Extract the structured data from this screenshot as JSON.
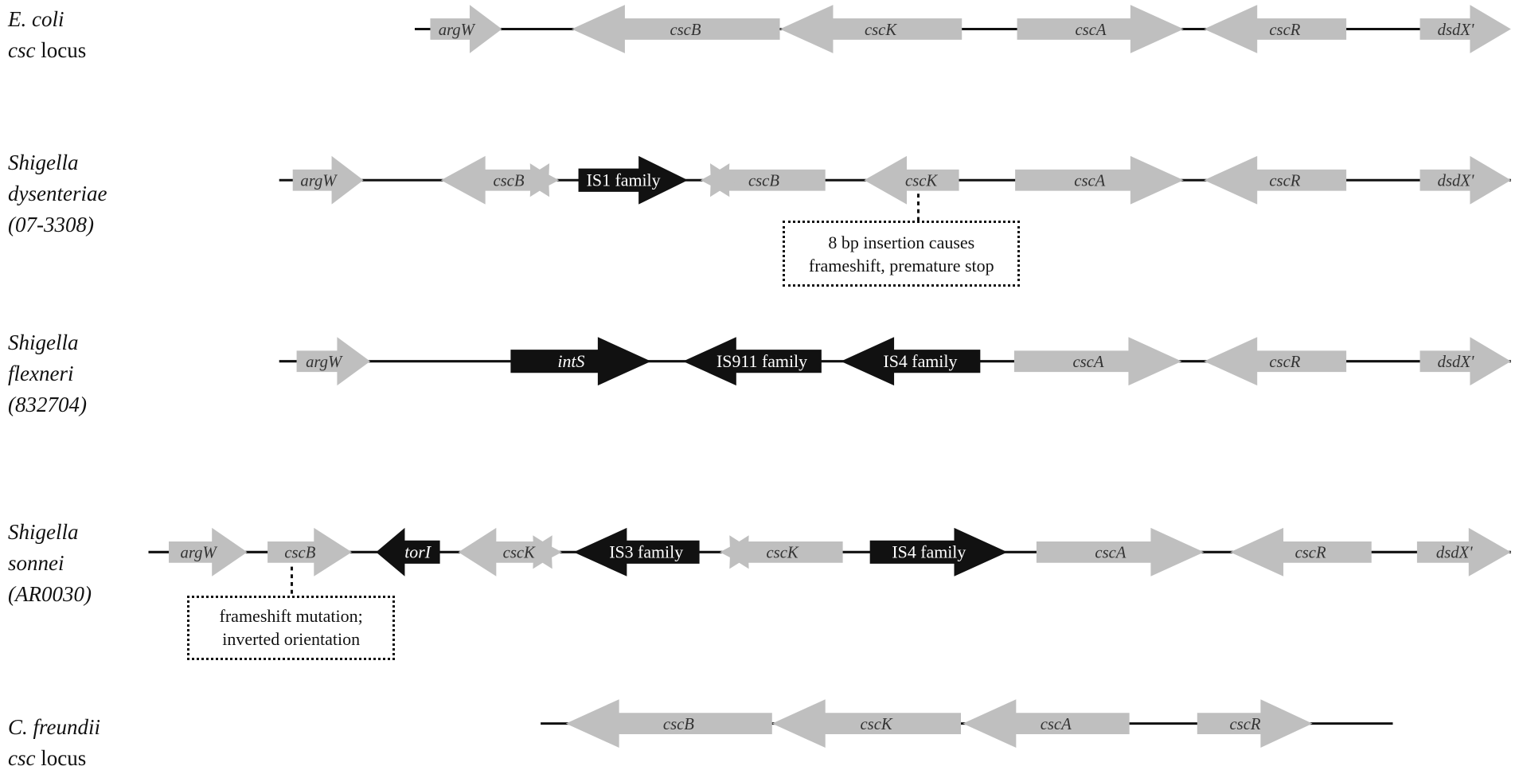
{
  "colors": {
    "native_gene": "#bfbfbf",
    "insertion": "#111111",
    "backbone": "#111111"
  },
  "rows": [
    {
      "label": [
        [
          {
            "t": "E. coli",
            "i": true
          }
        ],
        [
          {
            "t": "csc",
            "i": true
          },
          {
            "t": " locus",
            "i": false
          }
        ]
      ],
      "genes": [
        {
          "name": "argW",
          "dir": "fwd",
          "kind": "native"
        },
        {
          "name": "cscB",
          "dir": "rev",
          "kind": "native"
        },
        {
          "name": "cscK",
          "dir": "rev",
          "kind": "native"
        },
        {
          "name": "cscA",
          "dir": "fwd",
          "kind": "native"
        },
        {
          "name": "cscR",
          "dir": "rev",
          "kind": "native"
        },
        {
          "name": "dsdX'",
          "dir": "fwd",
          "kind": "native"
        }
      ]
    },
    {
      "label": [
        [
          {
            "t": "Shigella",
            "i": true
          }
        ],
        [
          {
            "t": "dysenteriae",
            "i": true
          }
        ],
        [
          {
            "t": "(07-3308)",
            "i": true
          }
        ]
      ],
      "genes": [
        {
          "name": "argW",
          "dir": "fwd",
          "kind": "native"
        },
        {
          "name": "cscB",
          "dir": "rev",
          "kind": "native",
          "disrupted": "end"
        },
        {
          "name": "IS1 family",
          "dir": "fwd",
          "kind": "insertion"
        },
        {
          "name": "cscB",
          "dir": "none",
          "kind": "native",
          "disrupted": "start"
        },
        {
          "name": "cscK",
          "dir": "rev",
          "kind": "native"
        },
        {
          "name": "cscA",
          "dir": "fwd",
          "kind": "native"
        },
        {
          "name": "cscR",
          "dir": "rev",
          "kind": "native"
        },
        {
          "name": "dsdX'",
          "dir": "fwd",
          "kind": "native"
        }
      ],
      "callout": [
        "8 bp insertion causes",
        "frameshift, premature stop"
      ]
    },
    {
      "label": [
        [
          {
            "t": "Shigella",
            "i": true
          }
        ],
        [
          {
            "t": "flexneri",
            "i": true
          }
        ],
        [
          {
            "t": "(832704)",
            "i": true
          }
        ]
      ],
      "genes": [
        {
          "name": "argW",
          "dir": "fwd",
          "kind": "native"
        },
        {
          "name": "intS",
          "dir": "fwd",
          "kind": "insertion",
          "italic": true
        },
        {
          "name": "IS911 family",
          "dir": "rev",
          "kind": "insertion"
        },
        {
          "name": "IS4 family",
          "dir": "rev",
          "kind": "insertion"
        },
        {
          "name": "cscA",
          "dir": "fwd",
          "kind": "native"
        },
        {
          "name": "cscR",
          "dir": "rev",
          "kind": "native"
        },
        {
          "name": "dsdX'",
          "dir": "fwd",
          "kind": "native"
        }
      ]
    },
    {
      "label": [
        [
          {
            "t": "Shigella",
            "i": true
          }
        ],
        [
          {
            "t": "sonnei",
            "i": true
          }
        ],
        [
          {
            "t": "(AR0030)",
            "i": true
          }
        ]
      ],
      "genes": [
        {
          "name": "argW",
          "dir": "fwd",
          "kind": "native"
        },
        {
          "name": "cscB",
          "dir": "fwd",
          "kind": "native"
        },
        {
          "name": "torI",
          "dir": "rev",
          "kind": "insertion",
          "italic": true
        },
        {
          "name": "cscK",
          "dir": "rev",
          "kind": "native",
          "disrupted": "end"
        },
        {
          "name": "IS3 family",
          "dir": "rev",
          "kind": "insertion"
        },
        {
          "name": "cscK",
          "dir": "none",
          "kind": "native",
          "disrupted": "start"
        },
        {
          "name": "IS4 family",
          "dir": "fwd",
          "kind": "insertion"
        },
        {
          "name": "cscA",
          "dir": "fwd",
          "kind": "native"
        },
        {
          "name": "cscR",
          "dir": "rev",
          "kind": "native"
        },
        {
          "name": "dsdX'",
          "dir": "fwd",
          "kind": "native"
        }
      ],
      "callout": [
        "frameshift mutation;",
        "inverted orientation"
      ]
    },
    {
      "label": [
        [
          {
            "t": "C. freundii",
            "i": true
          }
        ],
        [
          {
            "t": "csc",
            "i": true
          },
          {
            "t": " locus",
            "i": false
          }
        ]
      ],
      "genes": [
        {
          "name": "cscB",
          "dir": "rev",
          "kind": "native"
        },
        {
          "name": "cscK",
          "dir": "rev",
          "kind": "native"
        },
        {
          "name": "cscA",
          "dir": "rev",
          "kind": "native"
        },
        {
          "name": "cscR",
          "dir": "fwd",
          "kind": "native"
        }
      ]
    }
  ]
}
